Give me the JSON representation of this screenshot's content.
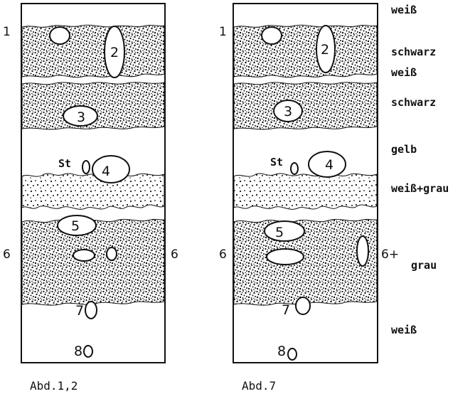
{
  "figure": {
    "left_column": {
      "caption": "Abd.1,2",
      "layer_marks": {
        "top": "1",
        "left": "6",
        "right": "6"
      },
      "stones": [
        "2",
        "3",
        "4",
        "5",
        "7",
        "8"
      ],
      "st_label": "St"
    },
    "right_column": {
      "caption": "Abd.7",
      "layer_marks": {
        "top": "1",
        "left": "6",
        "right": "6+"
      },
      "stones": [
        "2",
        "3",
        "4",
        "5",
        "7",
        "8"
      ],
      "st_label": "St"
    },
    "layer_colors": [
      "weiß",
      "schwarz",
      "weiß",
      "schwarz",
      "gelb",
      "weiß+grau",
      "grau",
      "weiß"
    ]
  }
}
